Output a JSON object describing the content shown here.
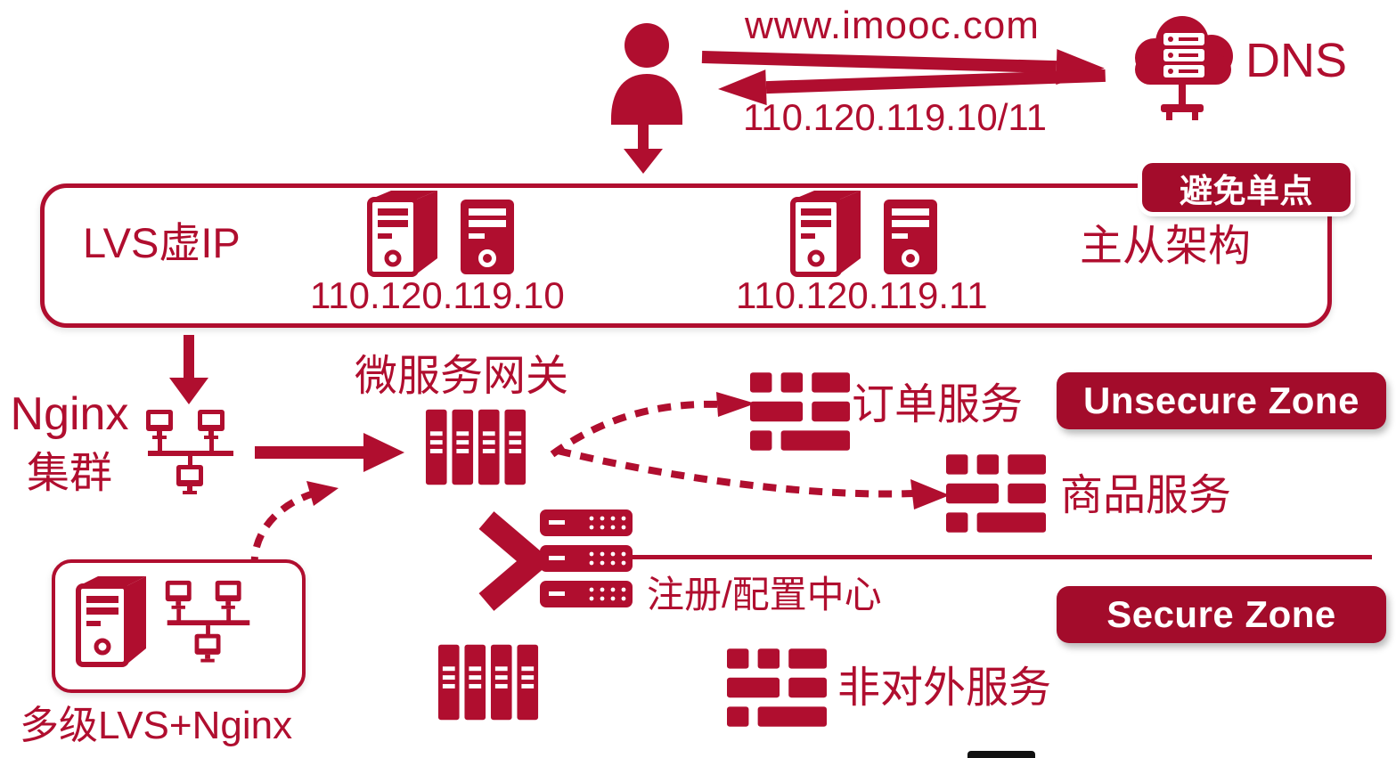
{
  "colors": {
    "primary": "#b00e2f",
    "badge": "#a30c2b",
    "dark": "#111111"
  },
  "dns_flow": {
    "domain": "www.imooc.com",
    "resolved": "110.120.119.10/11",
    "dns_label": "DNS"
  },
  "lvs": {
    "badge": "避免单点",
    "title": "LVS虚IP",
    "ip_primary": "110.120.119.10",
    "ip_secondary": "110.120.119.11",
    "architecture": "主从架构"
  },
  "nginx": {
    "line1": "Nginx",
    "line2": "集群"
  },
  "gateway": {
    "label": "微服务网关"
  },
  "services": {
    "order": "订单服务",
    "product": "商品服务",
    "registry": "注册/配置中心",
    "internal": "非对外服务"
  },
  "zones": {
    "unsecure": "Unsecure Zone",
    "secure": "Secure Zone"
  },
  "multilevel": {
    "label": "多级LVS+Nginx"
  }
}
